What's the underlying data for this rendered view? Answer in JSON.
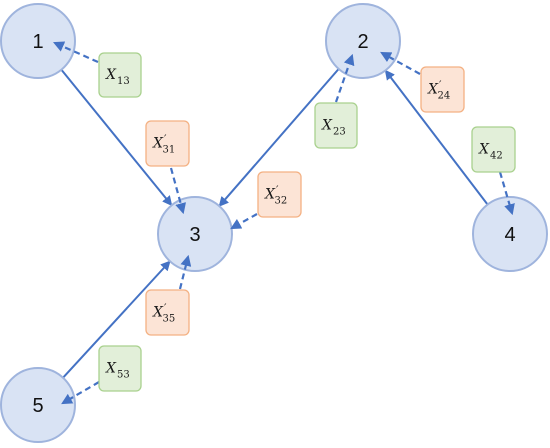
{
  "colors": {
    "node_fill": "#d9e3f4",
    "node_stroke": "#9fb4dd",
    "arrow": "#4472c4",
    "green_fill": "#e2efd9",
    "green_stroke": "#a9d18e",
    "orange_fill": "#fce4d6",
    "orange_stroke": "#f4b183"
  },
  "nodes": [
    {
      "id": "1",
      "label": "1"
    },
    {
      "id": "2",
      "label": "2"
    },
    {
      "id": "3",
      "label": "3"
    },
    {
      "id": "4",
      "label": "4"
    },
    {
      "id": "5",
      "label": "5"
    }
  ],
  "edges": [
    {
      "from": "1",
      "to": "3",
      "style": "solid"
    },
    {
      "from": "2",
      "to": "3",
      "style": "solid"
    },
    {
      "from": "4",
      "to": "2",
      "style": "solid"
    },
    {
      "from": "5",
      "to": "3",
      "style": "solid"
    }
  ],
  "messages": [
    {
      "id": "x13",
      "base": "X",
      "prime": false,
      "sub": "13",
      "color": "green",
      "target": "1"
    },
    {
      "id": "x23",
      "base": "X",
      "prime": false,
      "sub": "23",
      "color": "green",
      "target": "2"
    },
    {
      "id": "x42",
      "base": "X",
      "prime": false,
      "sub": "42",
      "color": "green",
      "target": "4"
    },
    {
      "id": "x53",
      "base": "X",
      "prime": false,
      "sub": "53",
      "color": "green",
      "target": "5"
    },
    {
      "id": "x31p",
      "base": "X",
      "prime": true,
      "sub": "31",
      "color": "orange",
      "target": "3"
    },
    {
      "id": "x32p",
      "base": "X",
      "prime": true,
      "sub": "32",
      "color": "orange",
      "target": "3"
    },
    {
      "id": "x35p",
      "base": "X",
      "prime": true,
      "sub": "35",
      "color": "orange",
      "target": "3"
    },
    {
      "id": "x24p",
      "base": "X",
      "prime": true,
      "sub": "24",
      "color": "orange",
      "target": "2"
    }
  ]
}
